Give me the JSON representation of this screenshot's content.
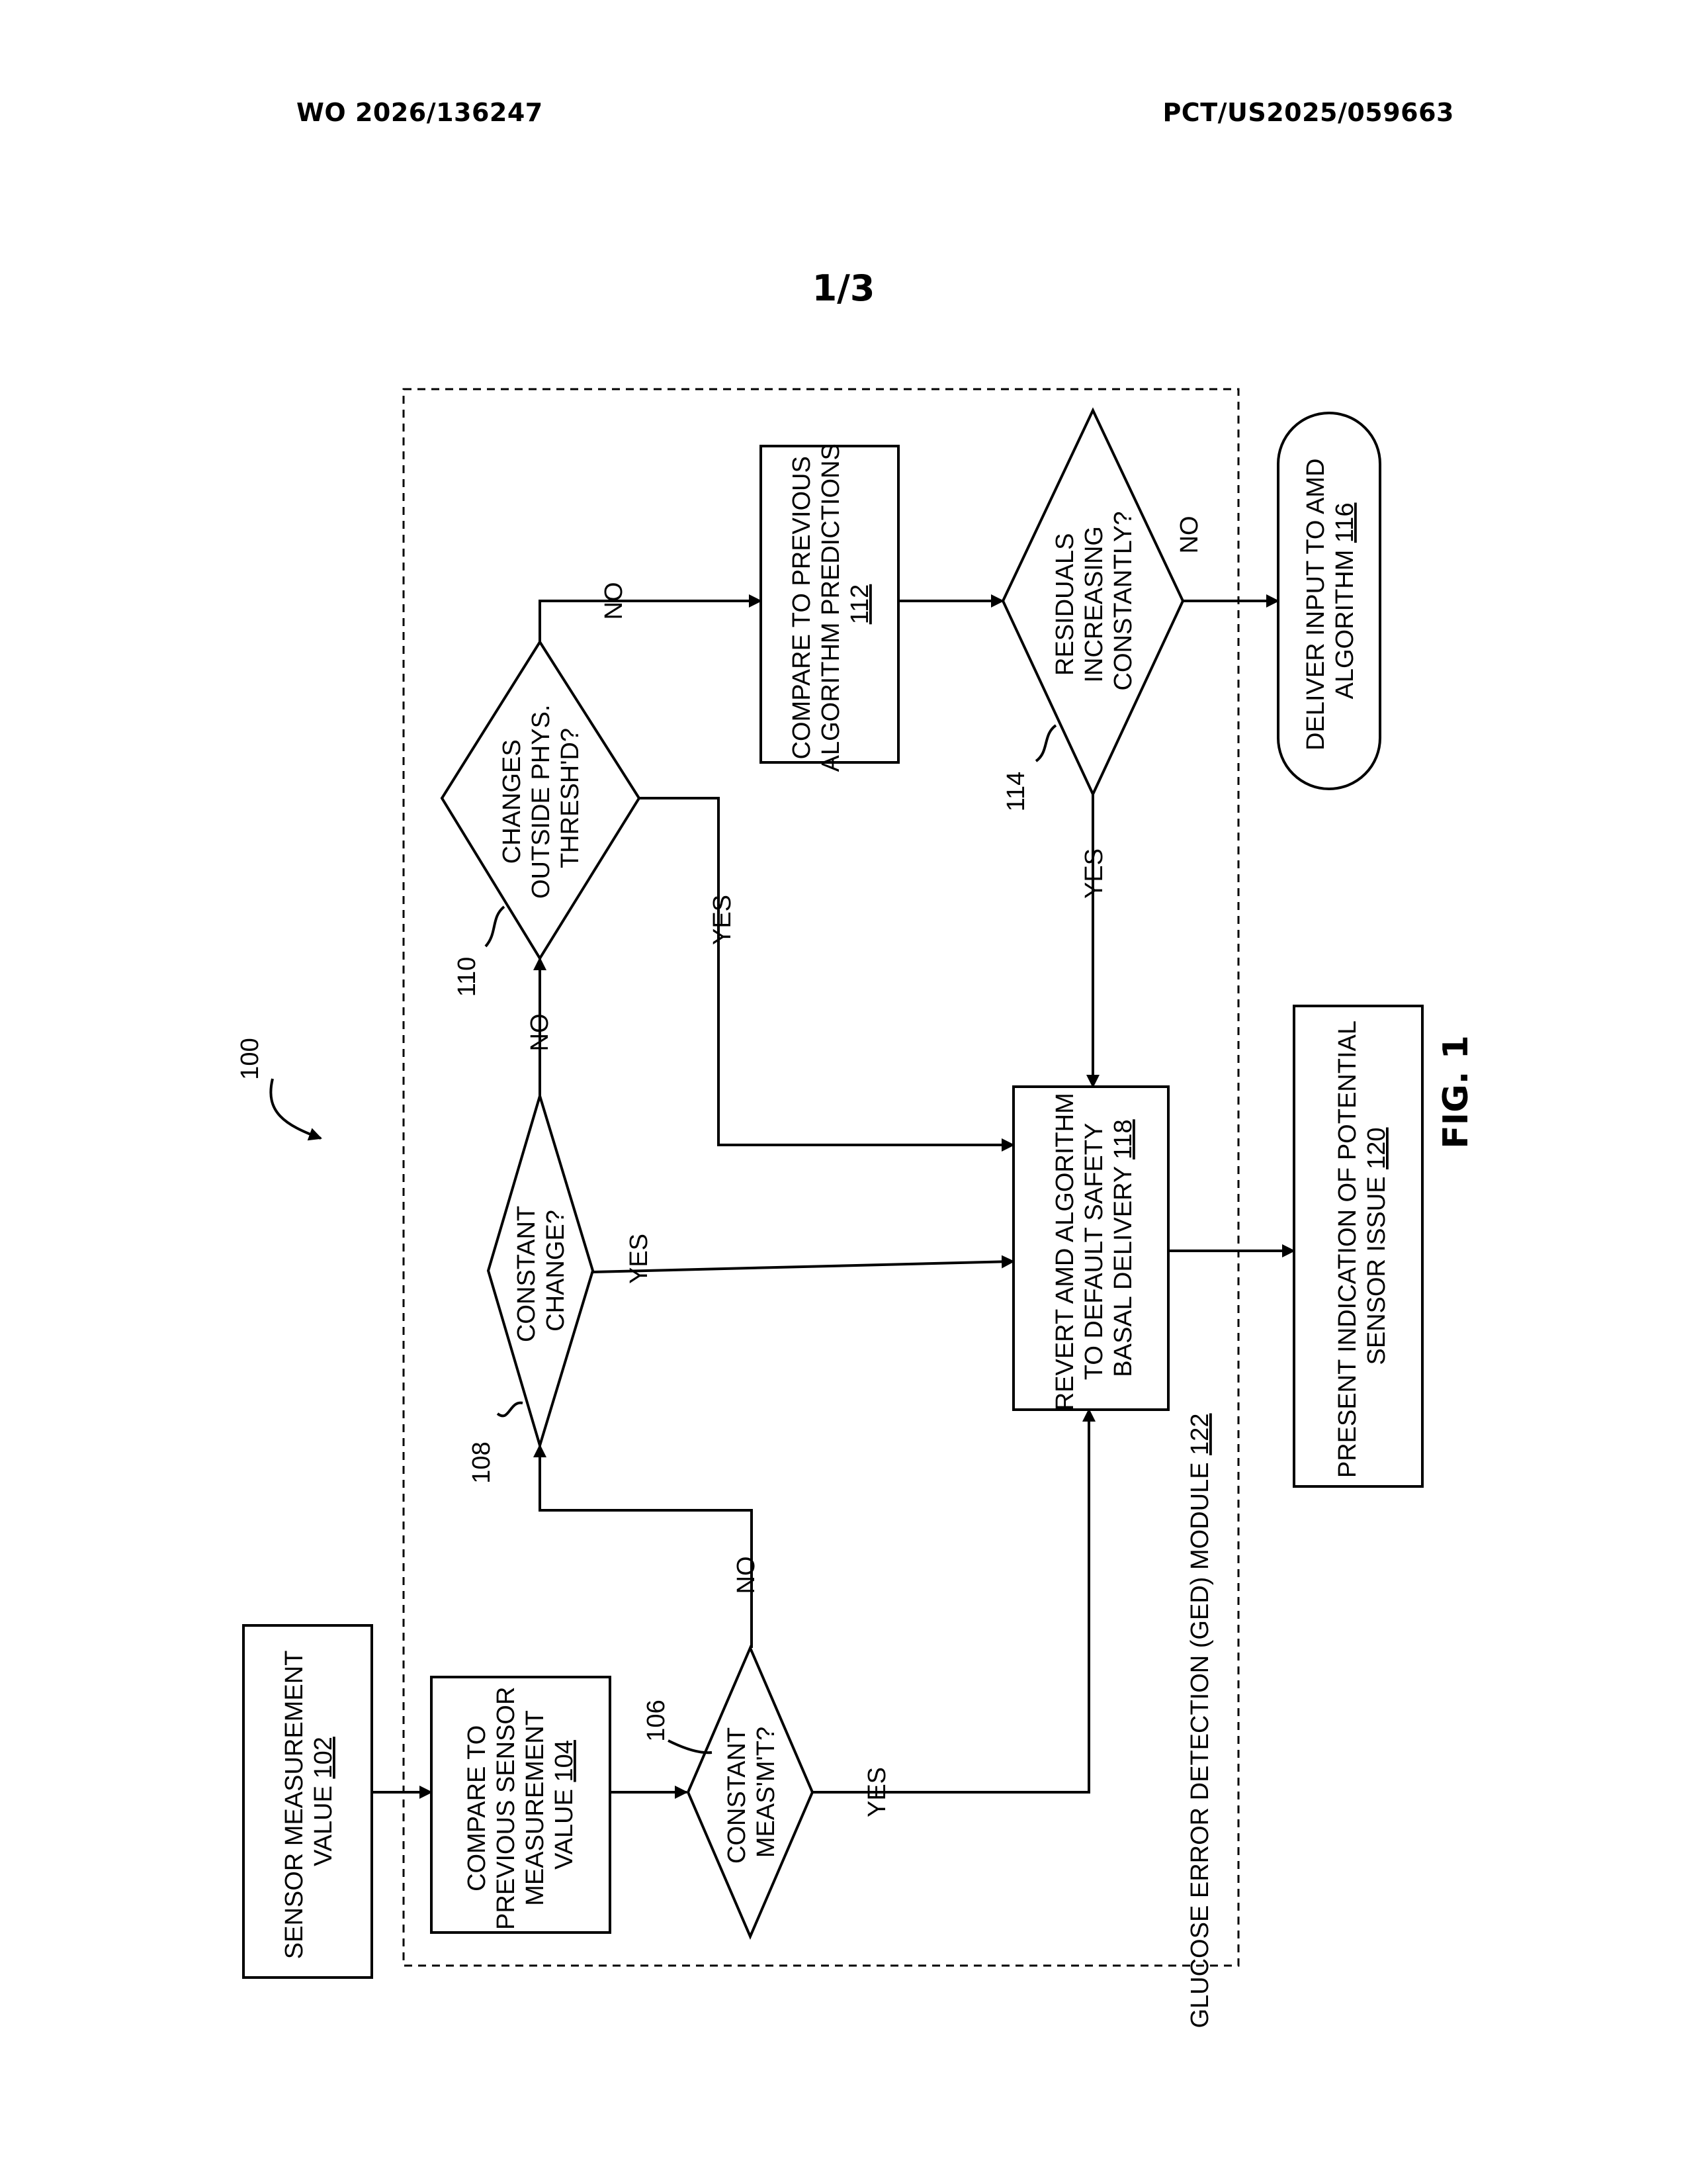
{
  "header": {
    "publication_number": "WO 2026/136247",
    "application_number": "PCT/US2025/059663",
    "sheet": "1/3"
  },
  "figure": {
    "reference": "100",
    "caption": "FIG. 1",
    "module_label": "GLUCOSE ERROR DETECTION (GED) MODULE",
    "module_ref": "122"
  },
  "nodes": {
    "n102": {
      "lines": [
        "SENSOR MEASUREMENT",
        "VALUE "
      ],
      "ref": "102"
    },
    "n104": {
      "lines": [
        "COMPARE TO",
        "PREVIOUS SENSOR",
        "MEASUREMENT",
        "VALUE "
      ],
      "ref": "104"
    },
    "n106": {
      "lines": [
        "CONSTANT",
        "MEAS'M'T?"
      ],
      "ref": "106"
    },
    "n108": {
      "lines": [
        "CONSTANT",
        "CHANGE?"
      ],
      "ref": "108"
    },
    "n110": {
      "lines": [
        "CHANGES",
        "OUTSIDE PHYS.",
        "THRESH'D?"
      ],
      "ref": "110"
    },
    "n112": {
      "lines": [
        "COMPARE TO PREVIOUS",
        "ALGORITHM PREDICTIONS",
        ""
      ],
      "ref": "112"
    },
    "n114": {
      "lines": [
        "RESIDUALS",
        "INCREASING",
        "CONSTANTLY?"
      ],
      "ref": "114"
    },
    "n116": {
      "lines": [
        "DELIVER INPUT TO AMD",
        "ALGORITHM "
      ],
      "ref": "116"
    },
    "n118": {
      "lines": [
        "REVERT AMD ALGORITHM",
        "TO DEFAULT SAFETY",
        "BASAL DELIVERY "
      ],
      "ref": "118"
    },
    "n120": {
      "lines": [
        "PRESENT INDICATION OF POTENTIAL",
        "SENSOR ISSUE "
      ],
      "ref": "120"
    }
  },
  "edge_labels": {
    "e106_yes": "YES",
    "e106_no": "NO",
    "e108_yes": "YES",
    "e108_no": "NO",
    "e110_yes": "YES",
    "e110_no": "NO",
    "e114_yes": "YES",
    "e114_no": "NO"
  }
}
